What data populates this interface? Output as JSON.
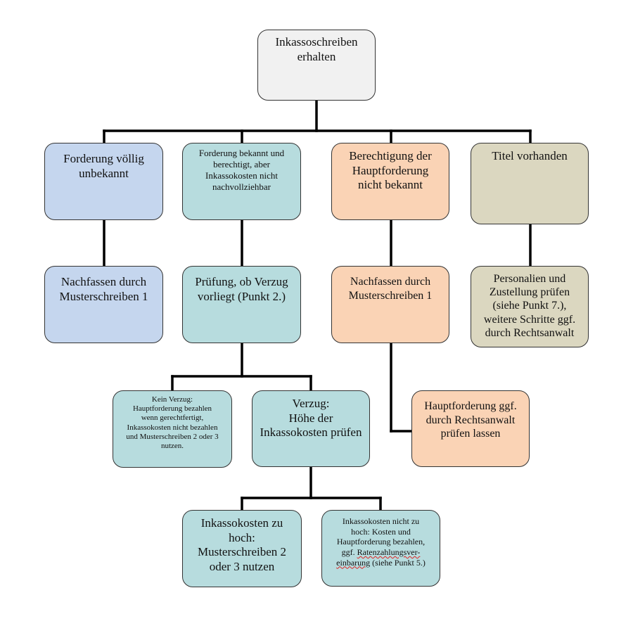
{
  "nodes": {
    "root": "Inkassoschreiben\nerhalten",
    "unknown_claim": "Forderung völlig\nunbekannt",
    "known_claim": "Forderung bekannt und\nberechtigt, aber\nInkassokosten nicht\nnachvollziehbar",
    "main_claim_unknown": "Berechtigung der\nHauptforderung\nnicht bekannt",
    "title_exists": "Titel vorhanden",
    "followup_1": "Nachfassen durch\nMusterschreiben 1",
    "check_default": "Prüfung, ob Verzug\nvorliegt (Punkt 2.)",
    "followup_2": "Nachfassen durch\nMusterschreiben 1",
    "check_personal": "Personalien und\nZustellung prüfen\n(siehe Punkt 7.),\nweitere Schritte ggf.\ndurch Rechtsanwalt",
    "no_default": "Kein Verzug:\nHauptforderung bezahlen\nwenn gerechtfertigt,\nInkassokosten nicht bezahlen\nund Musterschreiben 2 oder 3\nnutzen.",
    "default_check_costs": "Verzug:\nHöhe der\nInkassokosten prüfen",
    "lawyer_check": "Hauptforderung ggf.\ndurch Rechtsanwalt\nprüfen lassen",
    "costs_too_high": "Inkassokosten zu\nhoch:\nMusterschreiben 2\noder 3 nutzen",
    "costs_ok": {
      "line1": "Inkassokosten nicht zu",
      "line2": "hoch: Kosten und",
      "line3": "Hauptforderung bezahlen,",
      "line4_pre": "ggf. ",
      "line4_mark": "Ratenzahlungsver-",
      "line5_mark": "einbarung",
      "line5_post": " (siehe Punkt 5.)"
    }
  },
  "colors": {
    "blue": "#c5d6ee",
    "teal": "#b7dcde",
    "orange": "#fad3b5",
    "khaki": "#dbd7c0",
    "gray": "#f1f1f1",
    "connector": "#000000"
  }
}
